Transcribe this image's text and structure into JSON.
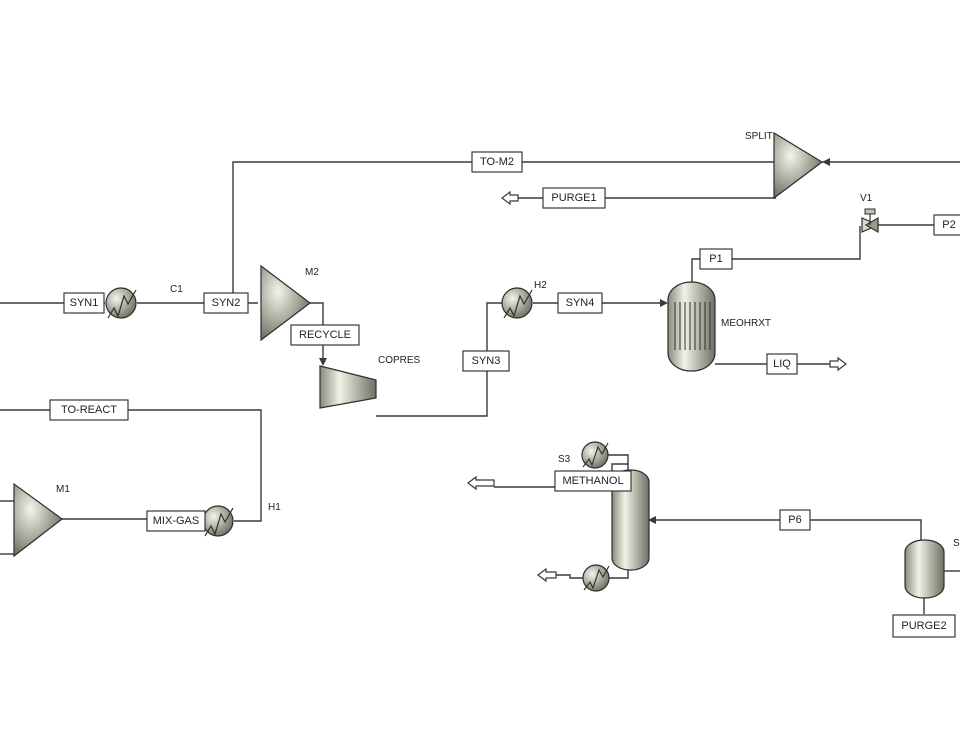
{
  "blocks": {
    "split": "SPLIT",
    "v1": "V1",
    "c1": "C1",
    "m2": "M2",
    "h2": "H2",
    "meohrxt": "MEOHRXT",
    "copres": "COPRES",
    "m1": "M1",
    "h1": "H1",
    "s3": "S3",
    "s_right_partial": "S"
  },
  "streams": {
    "to_m2": "TO-M2",
    "purge1": "PURGE1",
    "p2": "P2",
    "p1": "P1",
    "syn1": "SYN1",
    "syn2": "SYN2",
    "recycle": "RECYCLE",
    "syn4": "SYN4",
    "syn3": "SYN3",
    "liq": "LIQ",
    "to_react": "TO-REACT",
    "mix_gas": "MIX-GAS",
    "methanol": "METHANOL",
    "p6": "P6",
    "purge2": "PURGE2"
  },
  "colors": {
    "equipment_light": "#e9e9dc",
    "equipment_dark": "#6f6f62",
    "line": "#3a3a3a"
  }
}
